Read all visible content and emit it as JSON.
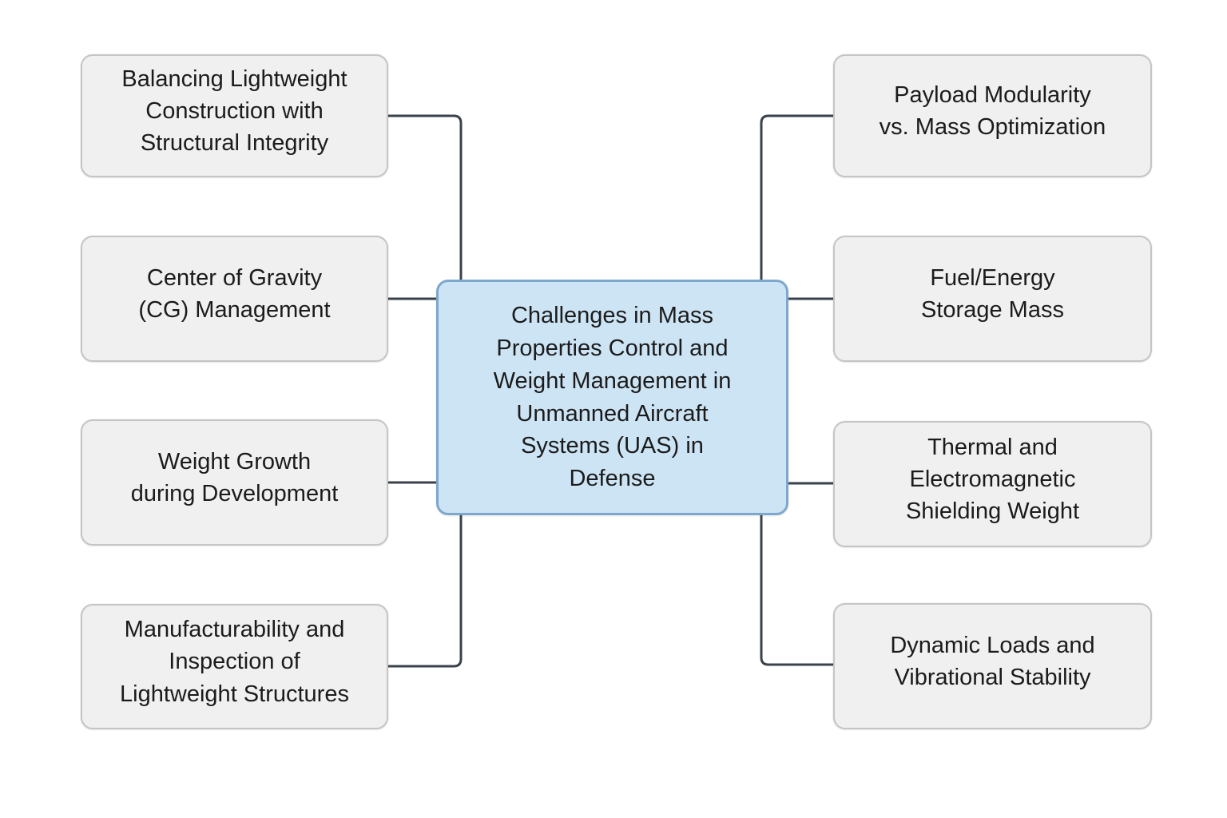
{
  "diagram": {
    "center_node": {
      "label": "Challenges in Mass\nProperties Control and\nWeight Management in\nUnmanned Aircraft\nSystems (UAS) in\nDefense"
    },
    "left_nodes": [
      {
        "label": "Balancing Lightweight\nConstruction with\nStructural Integrity"
      },
      {
        "label": "Center of Gravity\n(CG) Management"
      },
      {
        "label": "Weight Growth\nduring Development"
      },
      {
        "label": "Manufacturability and\nInspection of\nLightweight Structures"
      }
    ],
    "right_nodes": [
      {
        "label": "Payload Modularity\nvs. Mass Optimization"
      },
      {
        "label": "Fuel/Energy\nStorage Mass"
      },
      {
        "label": "Thermal and\nElectromagnetic\nShielding Weight"
      },
      {
        "label": "Dynamic Loads and\nVibrational Stability"
      }
    ],
    "colors": {
      "background": "#ffffff",
      "node_fill": "#f0f0f0",
      "node_border": "#c5c5c5",
      "center_fill": "#cde4f5",
      "center_border": "#7da7cd",
      "connector": "#3a424c",
      "text": "#1b1b1b"
    }
  }
}
